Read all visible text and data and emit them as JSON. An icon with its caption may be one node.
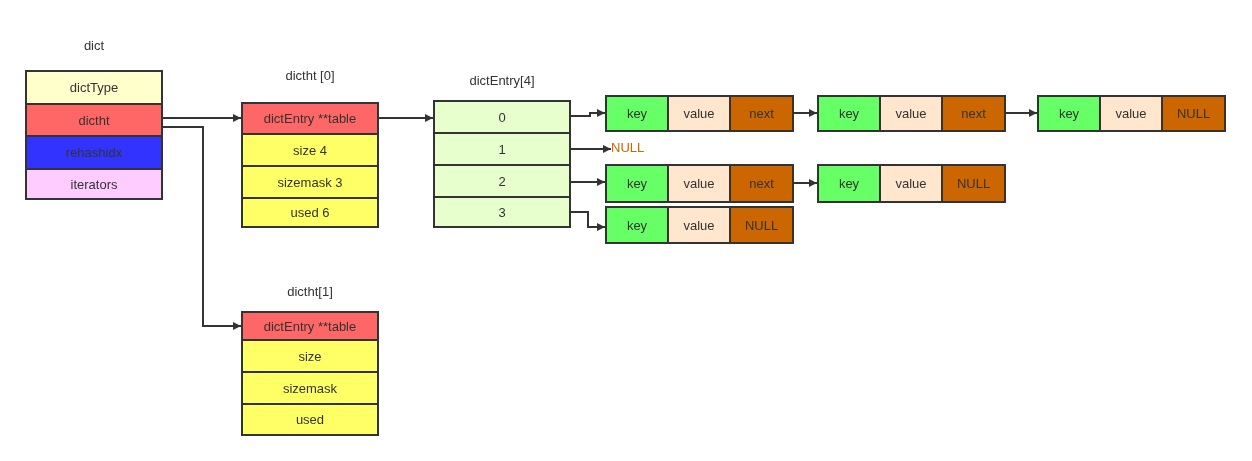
{
  "diagram": {
    "nodes": [
      {
        "text": [
          "dict"
        ]
      },
      {
        "text": [
          "dictType"
        ],
        "in": 0
      },
      {
        "text": [
          "dictht"
        ],
        "in": 0
      },
      {
        "text": [
          "rehashidx"
        ],
        "in": 0
      },
      {
        "text": [
          "iterators"
        ],
        "in": 0
      },
      {
        "text": [
          "dictht [0]"
        ]
      },
      {
        "text": [
          "dictEntry **table"
        ],
        "in": 5
      },
      {
        "text": [
          "size 4"
        ],
        "in": 5
      },
      {
        "text": [
          "sizemask 3"
        ],
        "in": 5
      },
      {
        "text": [
          "used 6"
        ],
        "in": 5
      },
      {
        "text": [
          "dictEntry[4]"
        ]
      },
      {
        "text": [
          "0"
        ],
        "in": 10
      },
      {
        "text": [
          "1"
        ],
        "in": 10
      },
      {
        "text": [
          "2"
        ],
        "in": 10
      },
      {
        "text": [
          "3"
        ],
        "in": 10
      },
      {
        "text": [],
        "shape": "box"
      },
      {
        "text": [
          "key"
        ],
        "in": 15
      },
      {
        "text": [
          "value"
        ],
        "in": 15
      },
      {
        "text": [
          "next"
        ],
        "in": 15
      },
      {
        "text": [],
        "shape": "box"
      },
      {
        "text": [
          "key"
        ],
        "in": 19
      },
      {
        "text": [
          "value"
        ],
        "in": 19
      },
      {
        "text": [
          "next"
        ],
        "in": 19
      },
      {
        "text": [],
        "shape": "box"
      },
      {
        "text": [
          "key"
        ],
        "in": 23
      },
      {
        "text": [
          "value"
        ],
        "in": 23
      },
      {
        "text": [
          "NULL"
        ],
        "in": 23
      },
      {
        "text": [
          "NULL"
        ]
      },
      {
        "text": [],
        "shape": "box"
      },
      {
        "text": [
          "key"
        ],
        "in": 28
      },
      {
        "text": [
          "value"
        ],
        "in": 28
      },
      {
        "text": [
          "next"
        ],
        "in": 28
      },
      {
        "text": [],
        "shape": "box"
      },
      {
        "text": [
          "key"
        ],
        "in": 32
      },
      {
        "text": [
          "value"
        ],
        "in": 32
      },
      {
        "text": [
          "NULL"
        ],
        "in": 32
      },
      {
        "text": [],
        "shape": "box"
      },
      {
        "text": [
          "key"
        ],
        "in": 36
      },
      {
        "text": [
          "value"
        ],
        "in": 36
      },
      {
        "text": [
          "NULL"
        ],
        "in": 36
      },
      {
        "text": [
          "dictht[1]"
        ]
      },
      {
        "text": [
          "dictEntry **table"
        ],
        "in": 40
      },
      {
        "text": [
          "size"
        ],
        "in": 40
      },
      {
        "text": [
          "sizemask"
        ],
        "in": 40
      },
      {
        "text": [
          "used"
        ],
        "in": 40
      }
    ],
    "edges": [
      {
        "from": 2,
        "to": 6,
        "arrow": "to"
      },
      {
        "from": 2,
        "to": 41,
        "arrow": "to"
      },
      {
        "from": 6,
        "to": 10,
        "arrow": "to"
      },
      {
        "from": 11,
        "to": 15,
        "arrow": "to"
      },
      {
        "from": 12,
        "to": 27,
        "arrow": "to"
      },
      {
        "from": 13,
        "to": 28,
        "arrow": "to"
      },
      {
        "from": 14,
        "to": 36,
        "arrow": "to"
      },
      {
        "from": 18,
        "to": 19,
        "arrow": "to"
      },
      {
        "from": 22,
        "to": 23,
        "arrow": "to"
      },
      {
        "from": 31,
        "to": 32,
        "arrow": "to"
      }
    ]
  }
}
